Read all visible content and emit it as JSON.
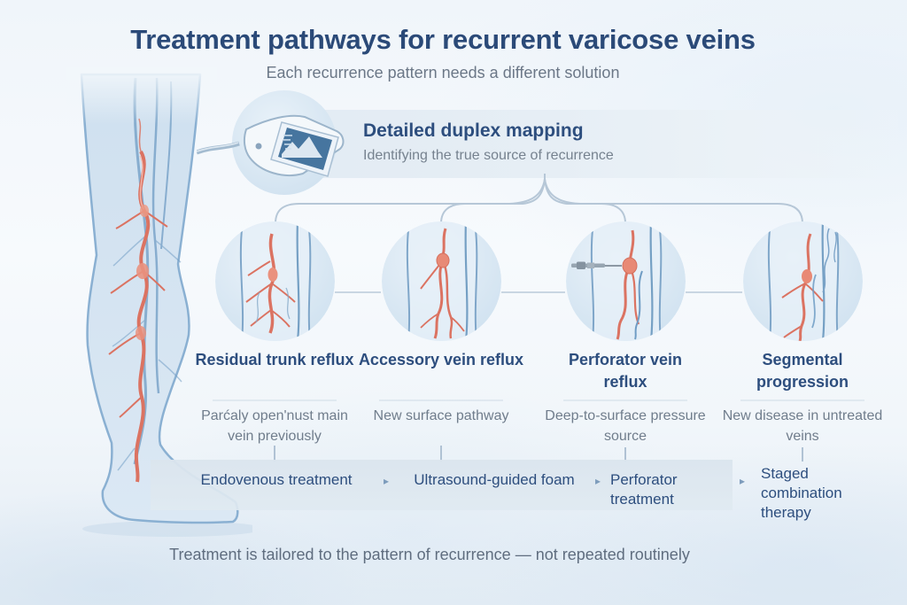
{
  "header": {
    "title": "Treatment pathways for recurrent varicose veins",
    "subtitle": "Each recurrence pattern needs a different solution"
  },
  "duplex": {
    "title": "Detailed duplex mapping",
    "subtitle": "Identifying the true source of recurrence",
    "icon": "ultrasound-probe-icon"
  },
  "pathways": [
    {
      "title": "Residual trunk reflux",
      "description": "Parćaly open'nust main vein previously",
      "treatment": "Endovenous treatment",
      "illustration": "residual-trunk-reflux-veins"
    },
    {
      "title": "Accessory vein reflux",
      "description": "New surface pathway",
      "treatment": "Ultrasound-guided foam",
      "illustration": "accessory-vein-reflux-veins"
    },
    {
      "title": "Perforator vein reflux",
      "description": "Deep-to-surface pressure source",
      "treatment": "Perforator treatment",
      "illustration": "perforator-vein-reflux-veins-with-needle"
    },
    {
      "title": "Segmental progression",
      "description": "New disease in untreated veins",
      "treatment": "Staged combination therapy",
      "illustration": "segmental-progression-veins"
    }
  ],
  "band": {
    "separator": "▸"
  },
  "footer": {
    "caption": "Treatment is tailored to the pattern of recurrence — not repeated routinely"
  },
  "colors": {
    "heading_blue": "#2b4a78",
    "body_gray": "#6f7d8c",
    "vein_red": "#db7362",
    "vein_blue": "#7fa6c9",
    "band_background": "#dde7f0",
    "connector": "#b6c7d7",
    "background": "#f2f7fb"
  }
}
